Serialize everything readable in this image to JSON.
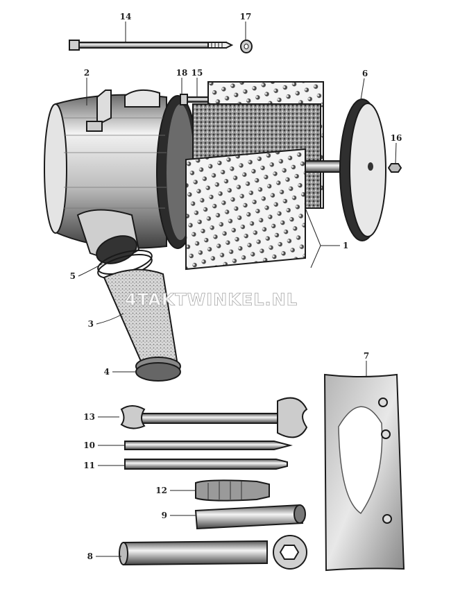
{
  "diagram": {
    "type": "exploded parts diagram",
    "callouts": [
      {
        "id": "c1",
        "label": "1"
      },
      {
        "id": "c2",
        "label": "2"
      },
      {
        "id": "c3",
        "label": "3"
      },
      {
        "id": "c4",
        "label": "4"
      },
      {
        "id": "c5",
        "label": "5"
      },
      {
        "id": "c6",
        "label": "6"
      },
      {
        "id": "c7",
        "label": "7"
      },
      {
        "id": "c8",
        "label": "8"
      },
      {
        "id": "c9",
        "label": "9"
      },
      {
        "id": "c10",
        "label": "10"
      },
      {
        "id": "c11",
        "label": "11"
      },
      {
        "id": "c12",
        "label": "12"
      },
      {
        "id": "c13",
        "label": "13"
      },
      {
        "id": "c14",
        "label": "14"
      },
      {
        "id": "c15",
        "label": "15"
      },
      {
        "id": "c16",
        "label": "16"
      },
      {
        "id": "c17",
        "label": "17"
      },
      {
        "id": "c18",
        "label": "18"
      }
    ],
    "watermark": "4TAKTWINKEL.NL",
    "colors": {
      "ink": "#1a1a1a",
      "paper": "#ffffff",
      "shade": "#cfcfcf",
      "dark": "#555555"
    }
  }
}
